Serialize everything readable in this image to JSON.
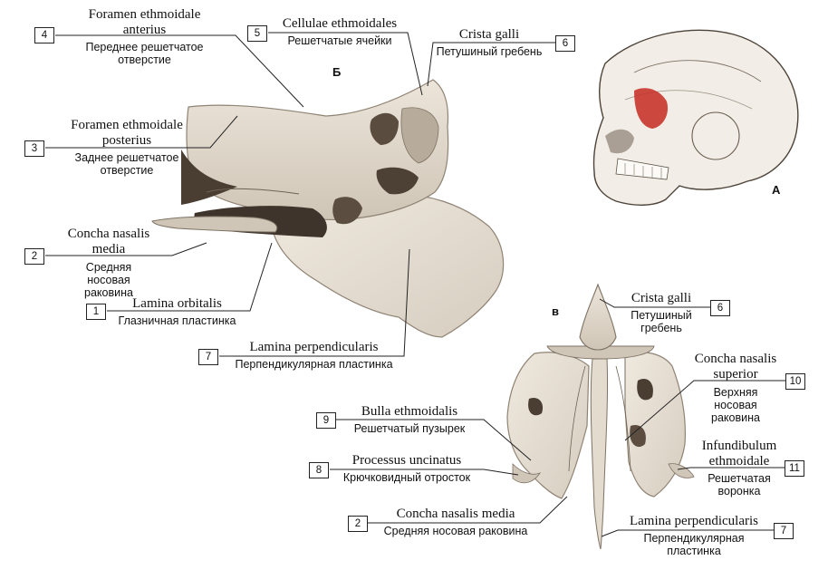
{
  "panel_letters": {
    "b": "Б",
    "a": "А",
    "v": "в"
  },
  "labels": [
    {
      "num": "4",
      "latin": [
        "Foramen ethmoidale",
        "anterius"
      ],
      "russian": [
        "Переднее решетчатое",
        "отверстие"
      ]
    },
    {
      "num": "5",
      "latin": [
        "Cellulae ethmoidales"
      ],
      "russian": [
        "Решетчатые ячейки"
      ]
    },
    {
      "num": "6",
      "latin": [
        "Crista galli"
      ],
      "russian": [
        "Петушиный гребень"
      ]
    },
    {
      "num": "3",
      "latin": [
        "Foramen ethmoidale",
        "posterius"
      ],
      "russian": [
        "Заднее решетчатое",
        "отверстие"
      ]
    },
    {
      "num": "2",
      "latin": [
        "Concha nasalis",
        "media"
      ],
      "russian": [
        "Средняя",
        "носовая",
        "раковина"
      ]
    },
    {
      "num": "1",
      "latin": [
        "Lamina orbitalis"
      ],
      "russian": [
        "Глазничная пластинка"
      ]
    },
    {
      "num": "7",
      "latin": [
        "Lamina perpendicularis"
      ],
      "russian": [
        "Перпендикулярная пластинка"
      ]
    },
    {
      "num": "6",
      "latin": [
        "Crista galli"
      ],
      "russian": [
        "Петушиный",
        "гребень"
      ]
    },
    {
      "num": "10",
      "latin": [
        "Concha nasalis",
        "superior"
      ],
      "russian": [
        "Верхняя",
        "носовая",
        "раковина"
      ]
    },
    {
      "num": "9",
      "latin": [
        "Bulla ethmoidalis"
      ],
      "russian": [
        "Решетчатый пузырек"
      ]
    },
    {
      "num": "8",
      "latin": [
        "Processus uncinatus"
      ],
      "russian": [
        "Крючковидный отросток"
      ]
    },
    {
      "num": "11",
      "latin": [
        "Infundibulum",
        "ethmoidale"
      ],
      "russian": [
        "Решетчатая",
        "воронка"
      ]
    },
    {
      "num": "2",
      "latin": [
        "Concha nasalis media"
      ],
      "russian": [
        "Средняя носовая раковина"
      ]
    },
    {
      "num": "7",
      "latin": [
        "Lamina perpendicularis"
      ],
      "russian": [
        "Перпендикулярная",
        "пластинка"
      ]
    }
  ],
  "colors": {
    "bone": "#e6dfd3",
    "bone_shadow": "#8f8374",
    "cavity": "#3e342b",
    "highlight": "#c8342b",
    "line": "#222222"
  }
}
